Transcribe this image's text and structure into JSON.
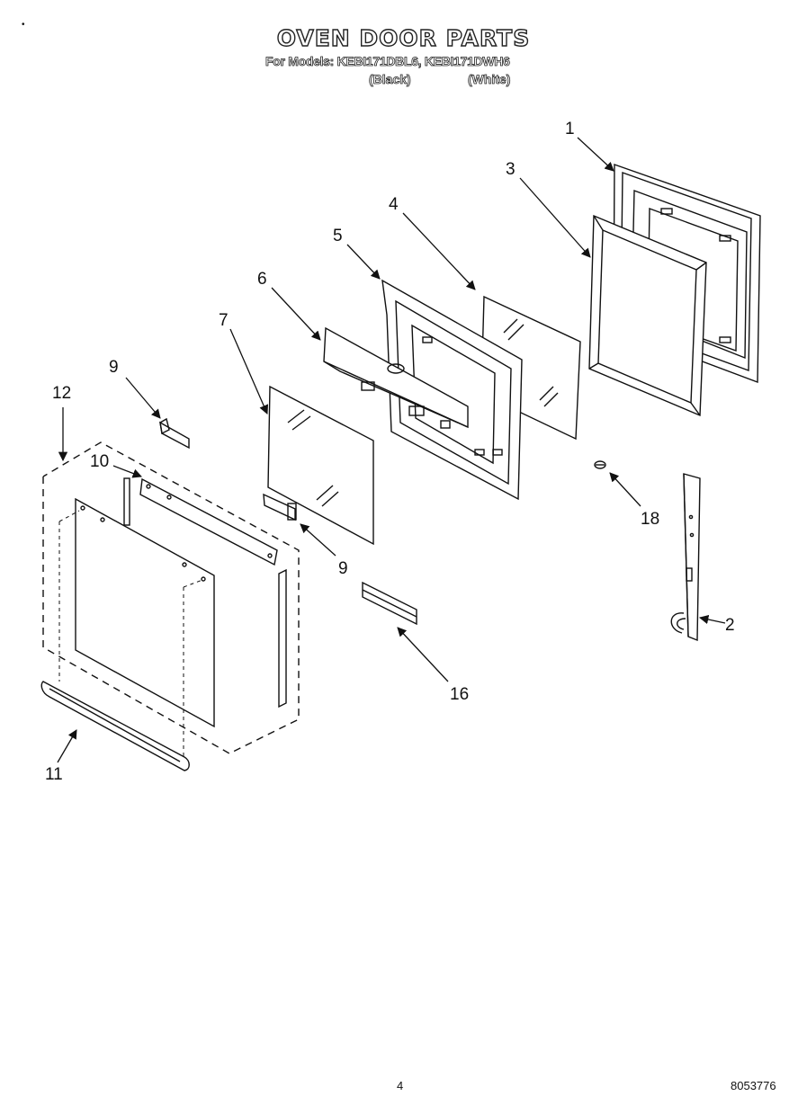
{
  "header": {
    "title": "OVEN DOOR PARTS",
    "models": "For Models: KEBI171DBL6, KEBI171DWH6",
    "color_black": "(Black)",
    "color_white": "(White)"
  },
  "callouts": {
    "c1": "1",
    "c2": "2",
    "c3": "3",
    "c4": "4",
    "c5": "5",
    "c6": "6",
    "c7": "7",
    "c9a": "9",
    "c9b": "9",
    "c10": "10",
    "c11": "11",
    "c12": "12",
    "c16": "16",
    "c18": "18"
  },
  "footer": {
    "page_number": "4",
    "document_number": "8053776"
  }
}
